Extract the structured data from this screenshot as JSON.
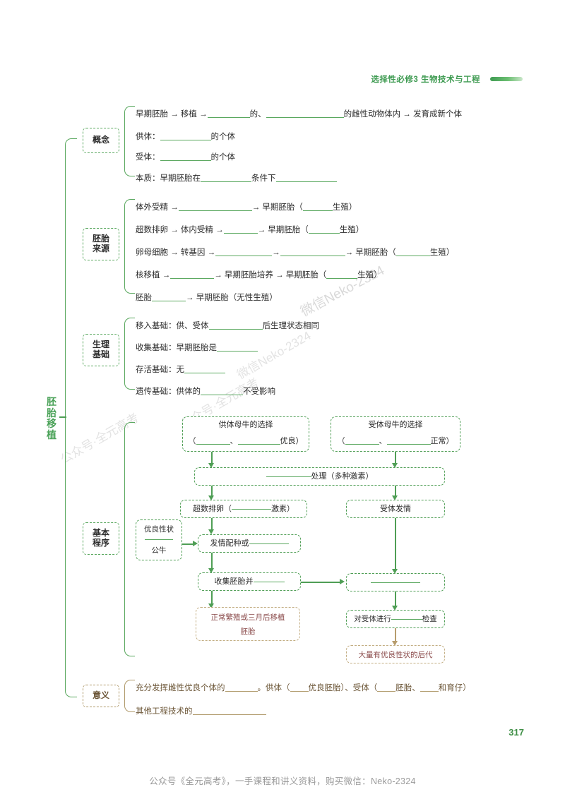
{
  "header": {
    "title": "选择性必修3  生物技术与工程",
    "accent": "#3f9b52"
  },
  "root": {
    "label": "胚胎移植"
  },
  "watermarks": {
    "main": "微信Neko-2324",
    "secondary": "公众号·全元高考"
  },
  "page_number": "317",
  "footer": {
    "text": "公众号《全元高考》，一手课程和讲义资料，购买微信：Neko-2324"
  },
  "sections": {
    "concept": {
      "label": "概念",
      "lines": [
        {
          "parts": [
            "早期胚胎 → 移植 →",
            "blank60",
            "的、",
            "blank110",
            "的雌性动物体内 → 发育成新个体"
          ]
        },
        {
          "parts": [
            "供体：",
            "blank72",
            "的个体"
          ]
        },
        {
          "parts": [
            "受体：",
            "blank72",
            "的个体"
          ]
        },
        {
          "parts": [
            "本质：早期胚胎在",
            "blank72",
            "条件下",
            "blank86"
          ]
        }
      ]
    },
    "source": {
      "label": "胚胎\n来源",
      "label_l1": "胚胎",
      "label_l2": "来源",
      "lines": [
        {
          "parts": [
            "体外受精 →",
            "blank104",
            "→ 早期胚胎（",
            "blank42",
            "生殖）"
          ]
        },
        {
          "parts": [
            "超数排卵 → 体内受精 →",
            "blank48",
            "→ 早期胚胎（",
            "blank44",
            "生殖）"
          ]
        },
        {
          "parts": [
            "卵母细胞 → 转基因 →",
            "blank80",
            "→",
            "blank92",
            "→ 早期胚胎（",
            "blank48",
            "生殖）"
          ]
        },
        {
          "parts": [
            "核移植 →",
            "blank62",
            "→ 早期胚胎培养 → 早期胚胎（",
            "blank44",
            "生殖）"
          ]
        },
        {
          "parts": [
            "胚胎",
            "blank48",
            "→ 早期胚胎（无性生殖）"
          ]
        }
      ]
    },
    "physiology": {
      "label_l1": "生理",
      "label_l2": "基础",
      "lines": [
        {
          "parts": [
            "移入基础：供、受体",
            "blank76",
            "后生理状态相同"
          ]
        },
        {
          "parts": [
            "收集基础：早期胚胎是",
            "blank58"
          ]
        },
        {
          "parts": [
            "存活基础：无",
            "blank58"
          ]
        },
        {
          "parts": [
            "遗传基础：供体的",
            "blank60",
            "不受影响"
          ]
        }
      ]
    },
    "procedure": {
      "label_l1": "基本",
      "label_l2": "程序",
      "boxes": {
        "donor_select": {
          "line1": "供体母牛的选择",
          "line2_pre": "（",
          "line2_b1": "blank48",
          "line2_mid": "、",
          "line2_b2": "blank60",
          "line2_post": "优良）"
        },
        "recipient_select": {
          "line1": "受体母牛的选择",
          "line2_pre": "（",
          "line2_b1": "blank48",
          "line2_mid": "、",
          "line2_b2": "blank62",
          "line2_post": "正常）"
        },
        "treatment": {
          "pre": "blank64",
          "post": "处理（多种激素）"
        },
        "superovulation": {
          "pre": "超数排卵（",
          "blank": "blank62",
          "post": "激素）"
        },
        "bull": {
          "line1": "优良性状",
          "line2": "blank52",
          "line3": "公牛"
        },
        "mating": {
          "pre": "发情配种或",
          "blank": "blank68"
        },
        "recipient_estrus": {
          "text": "受体发情"
        },
        "collect": {
          "pre": "收集胚胎并",
          "blank": "blank48"
        },
        "empty_transfer": {
          "blank": "blank70"
        },
        "normal_breed": {
          "line1": "正常繁殖或三月后移植",
          "line2": "胚胎"
        },
        "inspect": {
          "pre": "对受体进行",
          "blank": "blank52",
          "post": "检查"
        },
        "offspring": {
          "text": "大量有优良性状的后代"
        }
      }
    },
    "significance": {
      "label": "意义",
      "lines": [
        {
          "parts": [
            "充分发挥雌性优良个体的",
            "blank46",
            "。供体（",
            "blank26",
            "优良胚胎）、受体（",
            "blank26",
            "胚胎、",
            "blank26",
            "和育仔）"
          ]
        },
        {
          "parts": [
            "其他工程技术的",
            "blank104"
          ]
        }
      ]
    }
  },
  "colors": {
    "green": "#4f9e55",
    "green_light": "#5aa85f",
    "brown": "#b09a6b",
    "brown_text": "#6b5536",
    "maroon": "#8a4a4a",
    "header_green": "#3f9b52"
  }
}
